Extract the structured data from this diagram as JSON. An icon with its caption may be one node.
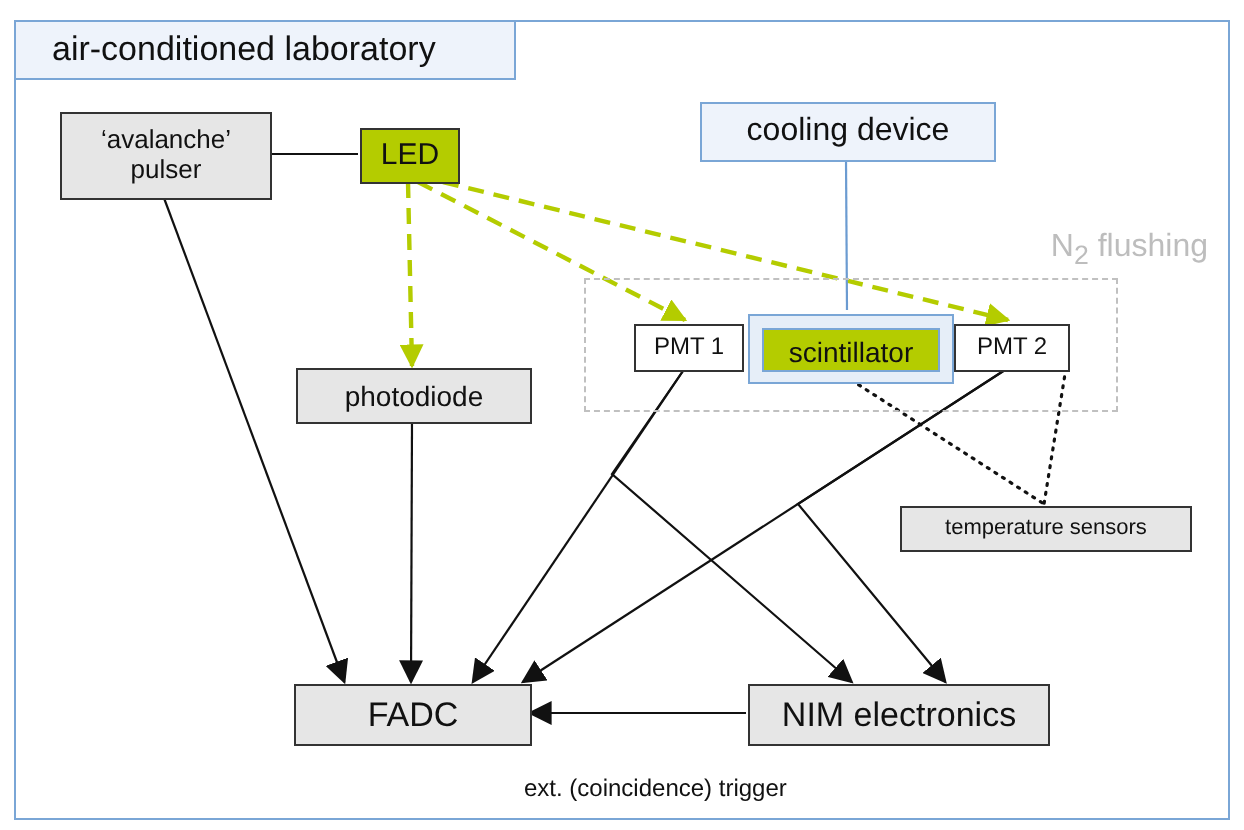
{
  "diagram": {
    "nodes": [
      {
        "text": [
          "air-conditioned laboratory"
        ]
      },
      {
        "text": [
          "‘avalanche’ pulser"
        ],
        "in": 0
      },
      {
        "text": [
          "LED"
        ],
        "in": 0
      },
      {
        "text": [
          "cooling device"
        ],
        "in": 0
      },
      {
        "text": [
          "N$_{2}$ flushing"
        ],
        "in": 0
      },
      {
        "text": [
          "PMT 1"
        ],
        "in": 4
      },
      {
        "text": [
          "scintillator"
        ],
        "in": 4
      },
      {
        "text": [
          "PMT 2"
        ],
        "in": 4
      },
      {
        "text": [
          "photodiode"
        ],
        "in": 0
      },
      {
        "text": [
          "temperature sensors"
        ],
        "in": 0
      },
      {
        "text": [
          "FADC"
        ],
        "in": 0
      },
      {
        "text": [
          "NIM electronics"
        ],
        "in": 0
      }
    ],
    "edges": [
      {
        "from": 1,
        "to": 2,
        "arrow": "none"
      },
      {
        "from": 2,
        "to": 8,
        "arrow": "to",
        "style": "dashed",
        "color": "#b4cc00"
      },
      {
        "from": 2,
        "to": 5,
        "arrow": "to",
        "style": "dashed",
        "color": "#b4cc00"
      },
      {
        "from": 2,
        "to": 7,
        "arrow": "to",
        "style": "dashed",
        "color": "#b4cc00"
      },
      {
        "from": 3,
        "to": 6,
        "arrow": "none",
        "color": "#6b9bd1"
      },
      {
        "from": 1,
        "to": 10,
        "arrow": "to"
      },
      {
        "from": 8,
        "to": 10,
        "arrow": "to"
      },
      {
        "from": 5,
        "to": 10,
        "arrow": "to"
      },
      {
        "from": 5,
        "to": 11,
        "arrow": "to"
      },
      {
        "from": 7,
        "to": 10,
        "arrow": "to"
      },
      {
        "from": 7,
        "to": 11,
        "arrow": "to"
      },
      {
        "from": 11,
        "to": 10,
        "arrow": "to"
      },
      {
        "from": 6,
        "to": 9,
        "arrow": "none",
        "style": "dashed"
      },
      {
        "from": 7,
        "to": 9,
        "arrow": "none",
        "style": "dashed"
      }
    ],
    "labels": [
      "ext. (coincidence) trigger"
    ]
  }
}
